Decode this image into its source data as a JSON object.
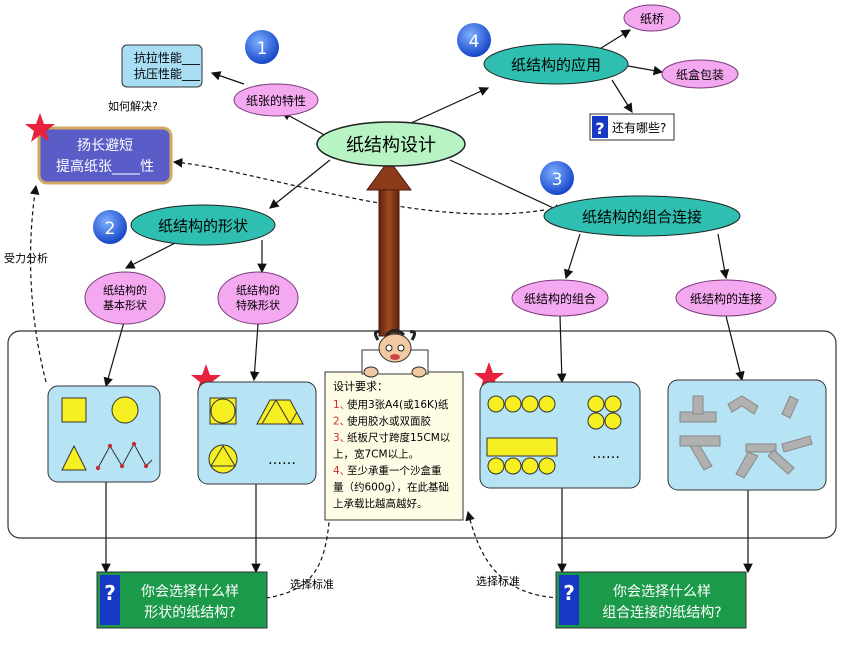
{
  "central": {
    "label": "纸结构设计"
  },
  "nodes": {
    "properties": {
      "label": "纸张的特性"
    },
    "application": {
      "label": "纸结构的应用"
    },
    "shape": {
      "label": "纸结构的形状"
    },
    "combination_connection": {
      "label": "纸结构的组合连接"
    },
    "basic_shape": {
      "line1": "纸结构的",
      "line2": "基本形状"
    },
    "special_shape": {
      "line1": "纸结构的",
      "line2": "特殊形状"
    },
    "combination": {
      "label": "纸结构的组合"
    },
    "connection": {
      "label": "纸结构的连接"
    },
    "bridge": {
      "label": "纸桥"
    },
    "box": {
      "label": "纸盒包装"
    },
    "others": {
      "label": "还有哪些?"
    }
  },
  "numbers": [
    "1",
    "2",
    "3",
    "4"
  ],
  "performance_box": {
    "line1": "抗拉性能___",
    "line2": "抗压性能___"
  },
  "solve_label": "如何解决?",
  "advantage_box": {
    "line1": "扬长避短",
    "line2": "提高纸张____性"
  },
  "force_label": "受力分析",
  "design_requirements": {
    "title": "设计要求：",
    "lines": [
      {
        "num": "1、",
        "text": "使用3张A4(或16K)纸"
      },
      {
        "num": "2、",
        "text": "使用胶水或双面胶"
      },
      {
        "num": "3、",
        "text": "纸板尺寸跨度15CM以"
      },
      {
        "num": "",
        "text": "上，宽7CM以上。"
      },
      {
        "num": "4、",
        "text": "至少承重一个沙盒重"
      },
      {
        "num": "",
        "text": "量（约600g），在此基础"
      },
      {
        "num": "",
        "text": "上承载比越高越好。"
      }
    ]
  },
  "bottom_left": {
    "q": "?",
    "line1": "你会选择什么样",
    "line2": "形状的纸结构?"
  },
  "bottom_right": {
    "q": "?",
    "line1": "你会选择什么样",
    "line2": "组合连接的纸结构?"
  },
  "criteria_left": "选择标准",
  "criteria_right": "选择标准",
  "dots": "……",
  "colors": {
    "node_fill": "#2fbfb0",
    "oval_fill": "#b8f3c4",
    "pink": "#f4a8f0",
    "panel_fill": "#b7e4f4",
    "blue_box": "#5a5cc8",
    "green_box": "#119b46",
    "shape_yellow": "#f6ef22",
    "star_red": "#e8223c",
    "arrow_brown": "#8c3b1a",
    "number_blue": "#1f5fe6"
  }
}
